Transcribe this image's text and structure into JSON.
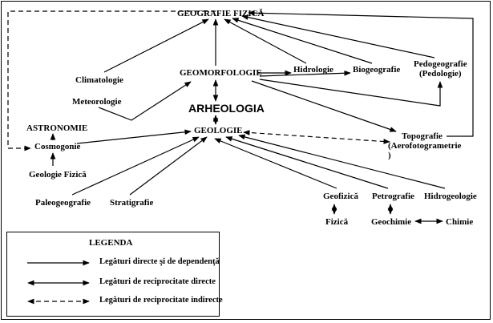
{
  "nodes": {
    "geografie_fizica": "GEOGRAFIE FIZICĂ",
    "climatologie": "Climatologie",
    "meteorologie": "Meteorologie",
    "geomorfologie": "GEOMORFOLOGIE",
    "hidrologie": "Hidrologie",
    "biogeografie": "Biogeografie",
    "pedogeografie_1": "Pedogeografie",
    "pedogeografie_2": "(Pedologie)",
    "arheologia": "ARHEOLOGIA",
    "astronomie": "ASTRONOMIE",
    "geologie": "GEOLOGIE",
    "cosmogonie": "Cosmogonie",
    "topografie_1": "Topografie",
    "topografie_2": "(Aerofotogrametrie",
    "topografie_3": ")",
    "geologie_fizica": "Geologie Fizică",
    "paleogeografie": "Paleogeografie",
    "stratigrafie": "Stratigrafie",
    "geofizica": "Geofizică",
    "petrografie": "Petrografie",
    "hidrogeologie": "Hidrogeologie",
    "fizica": "Fizică",
    "geochimie": "Geochimie",
    "chimie": "Chimie"
  },
  "legend": {
    "title": "LEGENDA",
    "direct": "Legături directe şi de dependenţă",
    "reciprocal_direct": "Legături de reciprocitate directe",
    "reciprocal_indirect": "Legături de reciprocitate indirecte"
  }
}
